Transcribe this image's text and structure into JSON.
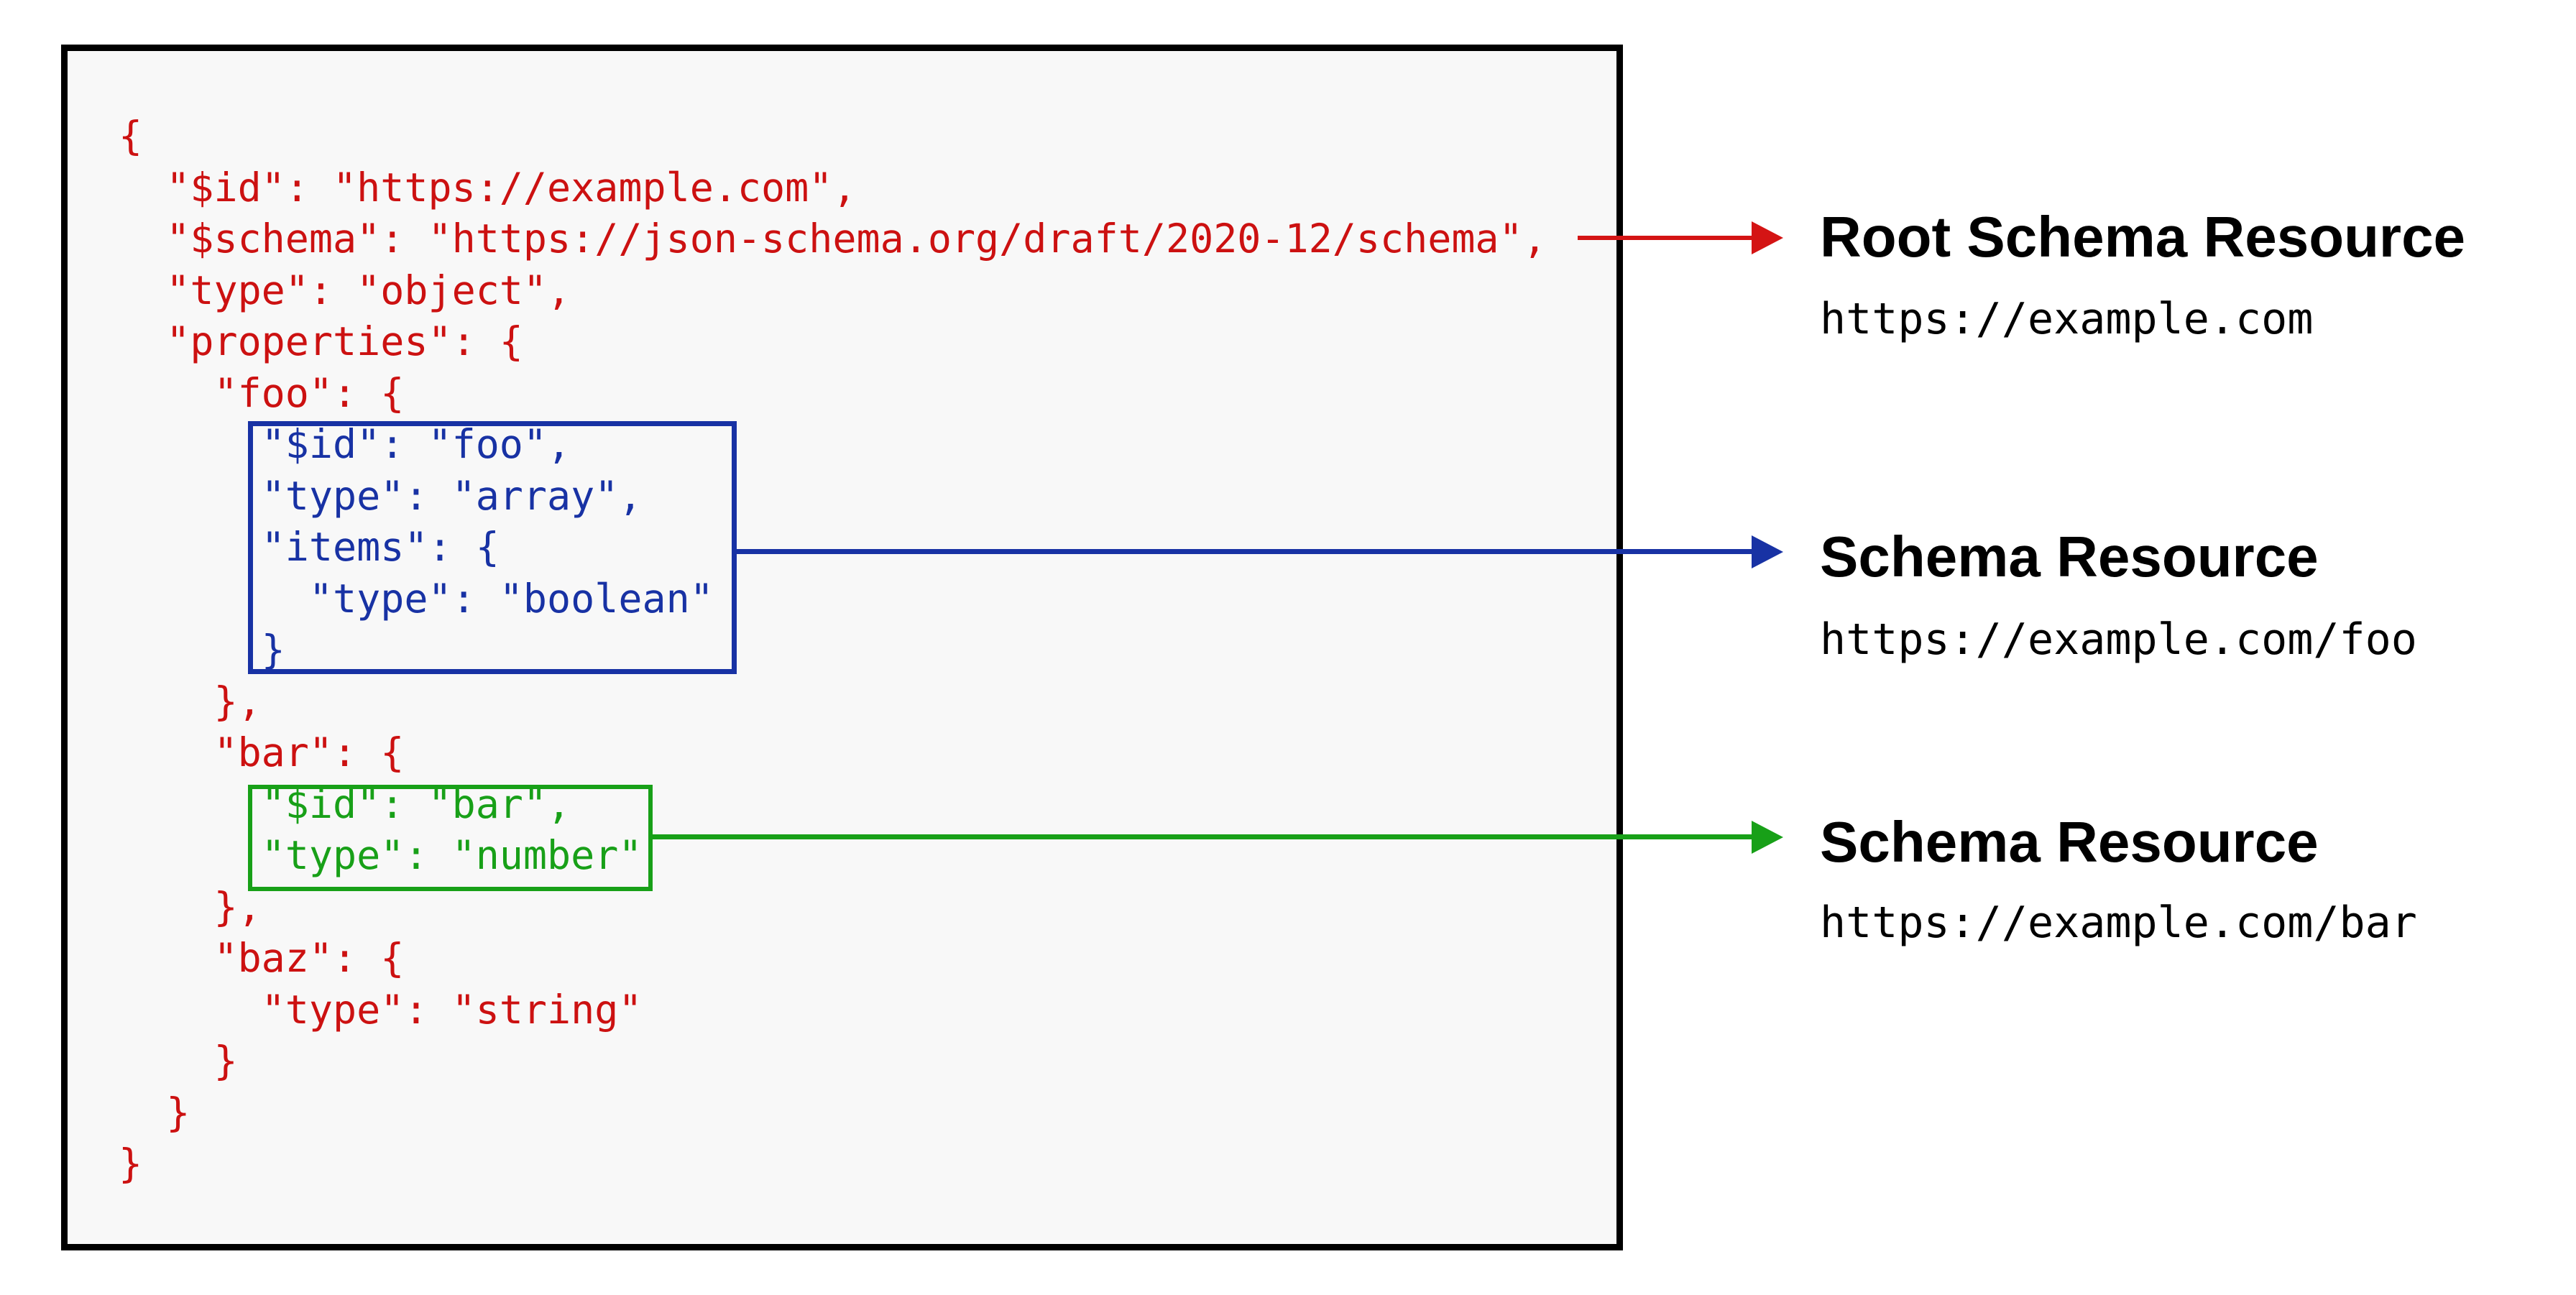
{
  "palette": {
    "code_red": "#cc1111",
    "schema_blue": "#1832a4",
    "schema_green": "#18a018",
    "arrow_red": "#d41414",
    "panel_background": "#f8f8f8",
    "panel_border": "#000000",
    "label_text": "#000000"
  },
  "code": {
    "lines": [
      {
        "text": "{",
        "color": "red"
      },
      {
        "text": "  \"$id\": \"https://example.com\",",
        "color": "red"
      },
      {
        "text": "  \"$schema\": \"https://json-schema.org/draft/2020-12/schema\",",
        "color": "red"
      },
      {
        "text": "  \"type\": \"object\",",
        "color": "red"
      },
      {
        "text": "  \"properties\": {",
        "color": "red"
      },
      {
        "text": "    \"foo\": {",
        "color": "red"
      },
      {
        "text": "      \"$id\": \"foo\",",
        "color": "blue"
      },
      {
        "text": "      \"type\": \"array\",",
        "color": "blue"
      },
      {
        "text": "      \"items\": {",
        "color": "blue"
      },
      {
        "text": "        \"type\": \"boolean\"",
        "color": "blue"
      },
      {
        "text": "      }",
        "color": "blue"
      },
      {
        "text": "    },",
        "color": "red"
      },
      {
        "text": "    \"bar\": {",
        "color": "red"
      },
      {
        "text": "      \"$id\": \"bar\",",
        "color": "green"
      },
      {
        "text": "      \"type\": \"number\"",
        "color": "green"
      },
      {
        "text": "    },",
        "color": "red"
      },
      {
        "text": "    \"baz\": {",
        "color": "red"
      },
      {
        "text": "      \"type\": \"string\"",
        "color": "red"
      },
      {
        "text": "    }",
        "color": "red"
      },
      {
        "text": "  }",
        "color": "red"
      },
      {
        "text": "}",
        "color": "red"
      }
    ]
  },
  "annotations": [
    {
      "title": "Root Schema Resource",
      "url": "https://example.com",
      "arrow_color": "red"
    },
    {
      "title": "Schema Resource",
      "url": "https://example.com/foo",
      "arrow_color": "blue"
    },
    {
      "title": "Schema Resource",
      "url": "https://example.com/bar",
      "arrow_color": "green"
    }
  ]
}
